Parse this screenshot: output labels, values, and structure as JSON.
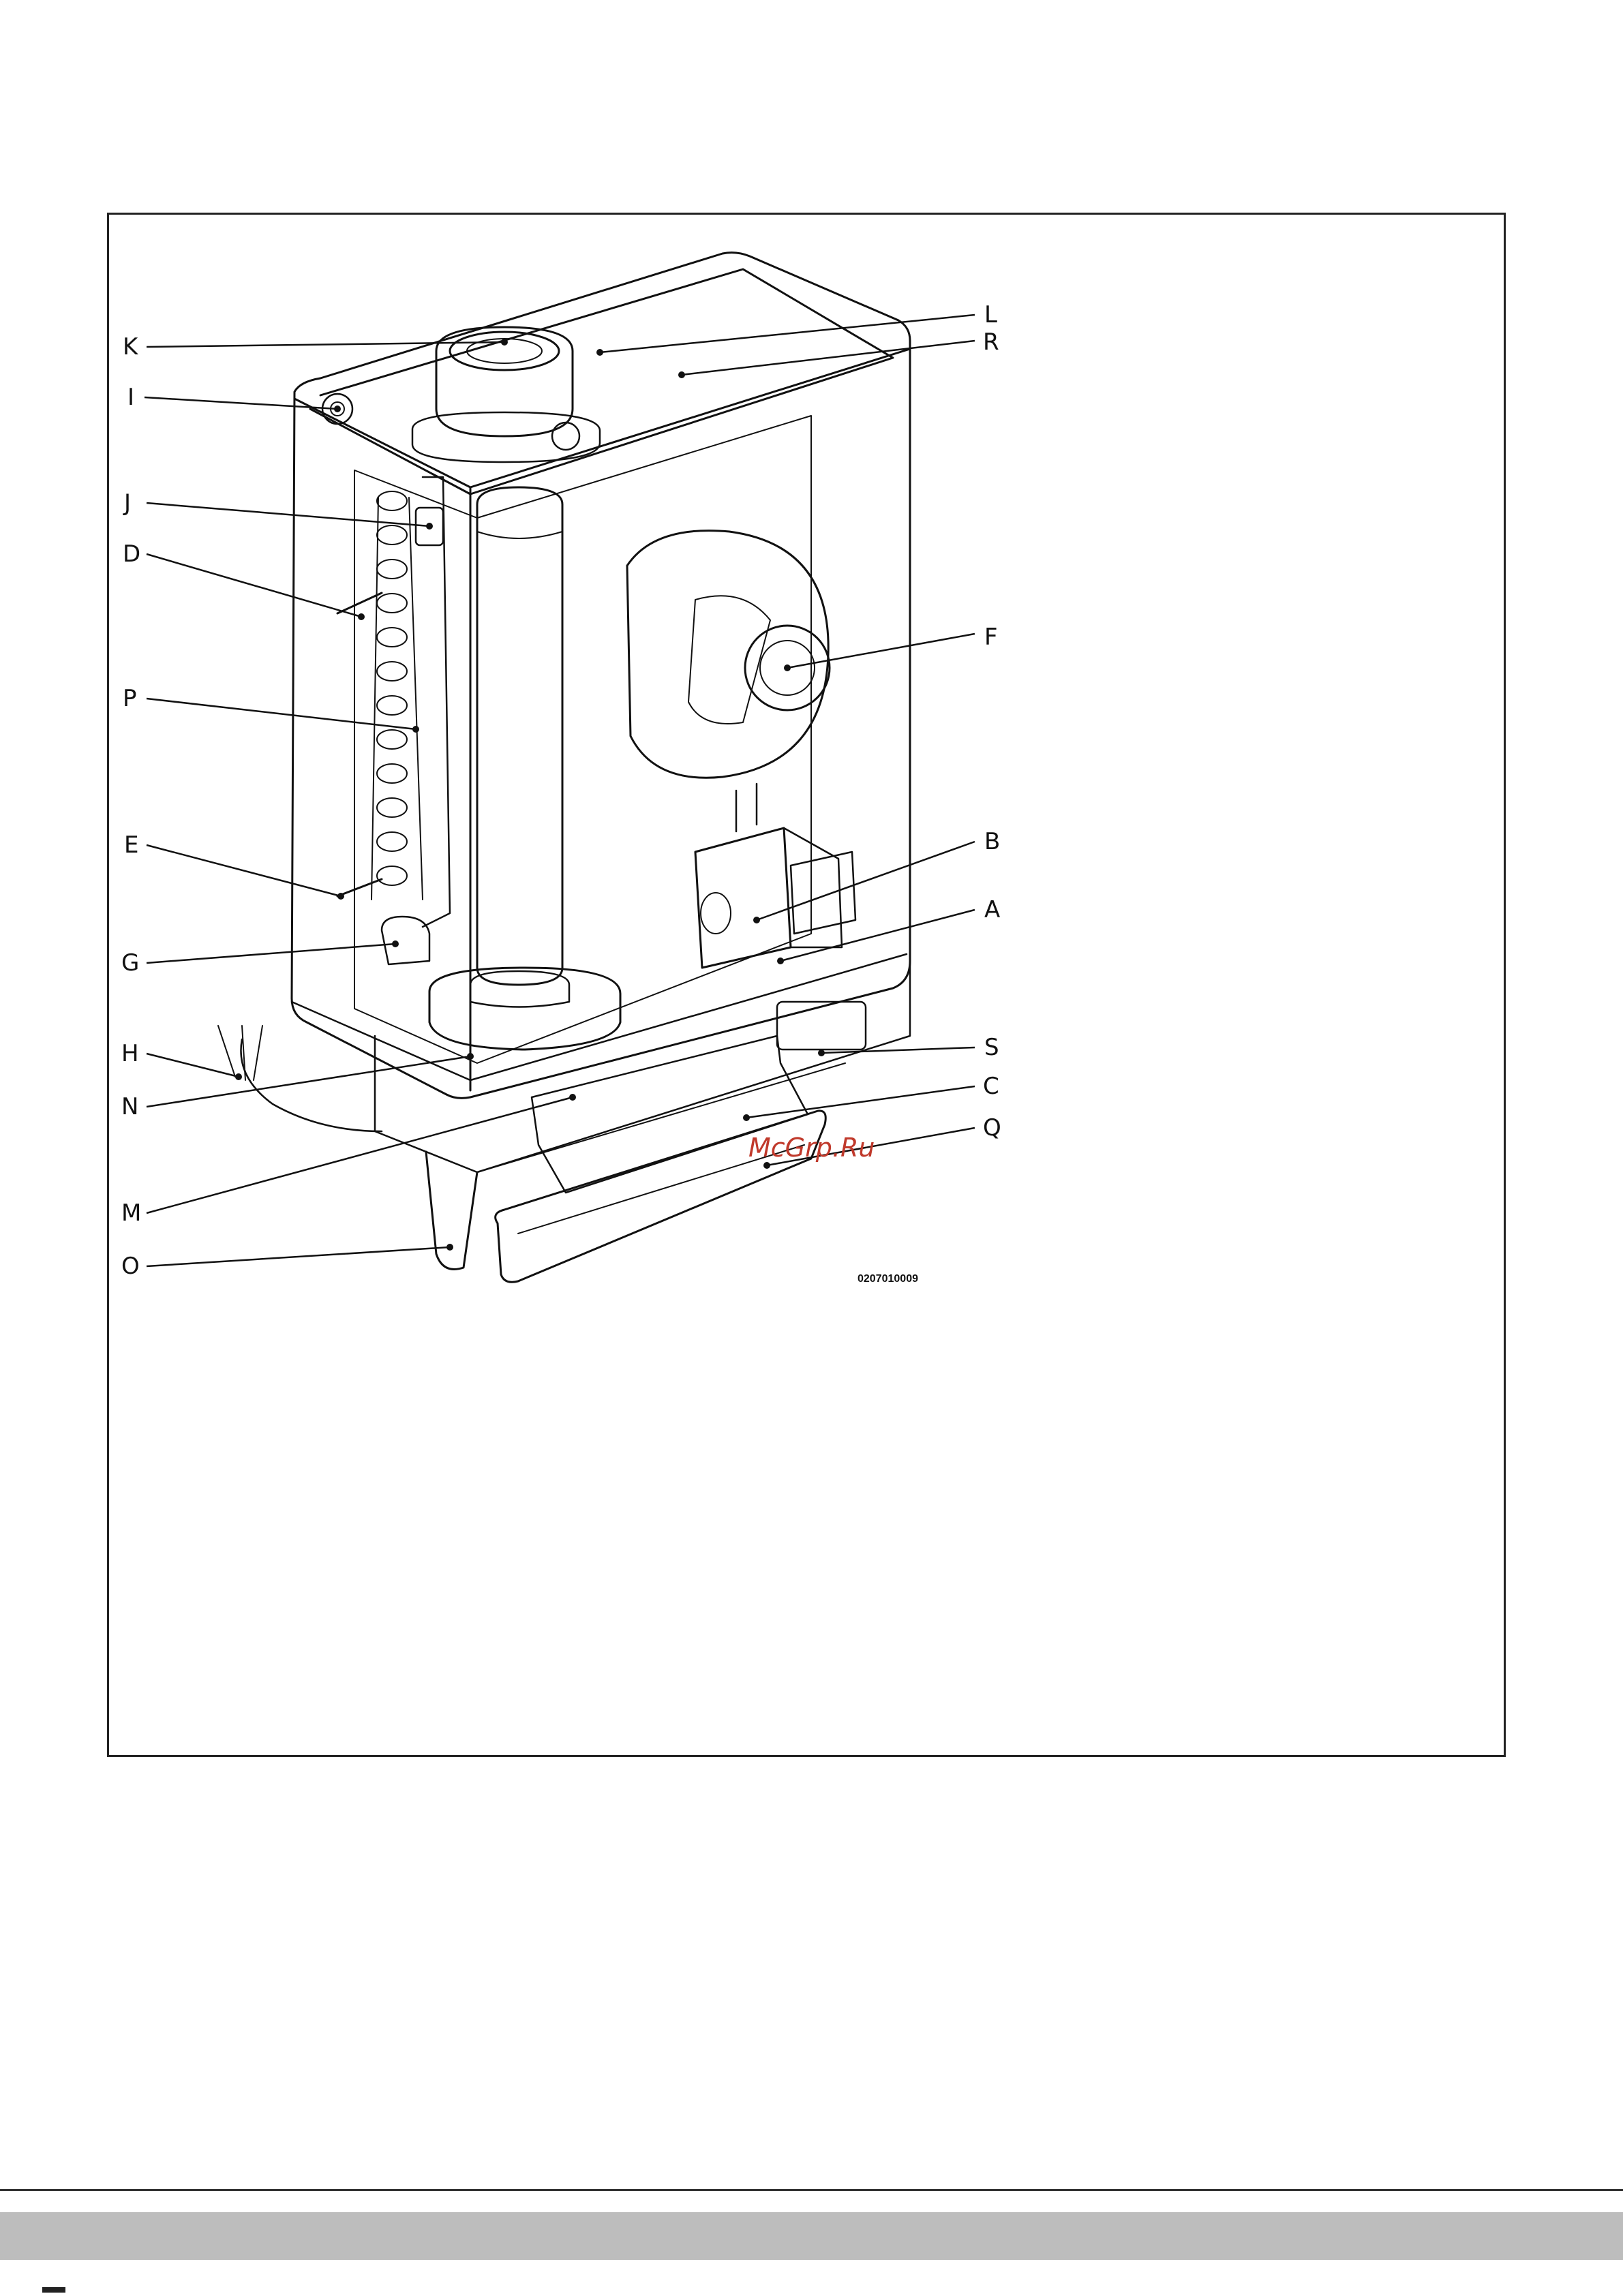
{
  "figure": {
    "reference_code": "0207010009",
    "watermark": "McGrp.Ru",
    "labels": {
      "K": "K",
      "I": "I",
      "J": "J",
      "D": "D",
      "P": "P",
      "E": "E",
      "G": "G",
      "H": "H",
      "N": "N",
      "M": "M",
      "O": "O",
      "L": "L",
      "R": "R",
      "F": "F",
      "B": "B",
      "A": "A",
      "S": "S",
      "C": "C",
      "Q": "Q"
    }
  },
  "colors": {
    "line": "#111111",
    "footer_band": "#bdbdbd",
    "watermark": "#c0392b"
  }
}
